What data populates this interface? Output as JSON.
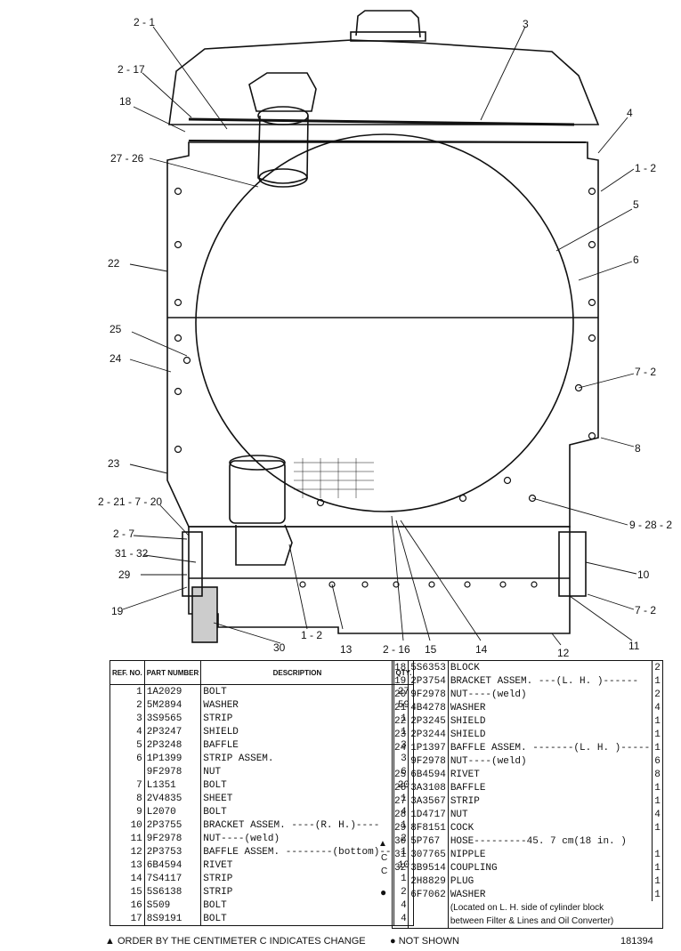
{
  "callouts": [
    {
      "label": "2 - 1"
    },
    {
      "label": "3"
    },
    {
      "label": "2 - 17"
    },
    {
      "label": "18"
    },
    {
      "label": "4"
    },
    {
      "label": "27 - 26"
    },
    {
      "label": "1 - 2"
    },
    {
      "label": "5"
    },
    {
      "label": "22"
    },
    {
      "label": "6"
    },
    {
      "label": "25"
    },
    {
      "label": "24"
    },
    {
      "label": "7 - 2"
    },
    {
      "label": "8"
    },
    {
      "label": "23"
    },
    {
      "label": "2 - 21  - 7 - 20"
    },
    {
      "label": "9 - 28 - 2"
    },
    {
      "label": "2 - 7"
    },
    {
      "label": "31 - 32"
    },
    {
      "label": "10"
    },
    {
      "label": "29"
    },
    {
      "label": "7 - 2"
    },
    {
      "label": "19"
    },
    {
      "label": "11"
    },
    {
      "label": "30"
    },
    {
      "label": "1 - 2"
    },
    {
      "label": "13"
    },
    {
      "label": "2 - 16"
    },
    {
      "label": "15"
    },
    {
      "label": "14"
    },
    {
      "label": "12"
    }
  ],
  "table": {
    "headers": {
      "ref": "REF. NO.",
      "part": "PART NUMBER",
      "desc": "DESCRIPTION",
      "qty": "QTY."
    },
    "left_rows": [
      {
        "ref": "1",
        "part": "1A2029",
        "desc": "BOLT",
        "qty": "27"
      },
      {
        "ref": "2",
        "part": "5M2894",
        "desc": "WASHER",
        "qty": "59"
      },
      {
        "ref": "3",
        "part": "3S9565",
        "desc": "STRIP",
        "qty": "1"
      },
      {
        "ref": "4",
        "part": "2P3247",
        "desc": "SHIELD",
        "qty": "1"
      },
      {
        "ref": "5",
        "part": "2P3248",
        "desc": "BAFFLE",
        "qty": "3"
      },
      {
        "ref": "6",
        "part": "1P1399",
        "desc": "STRIP ASSEM.",
        "qty": "3"
      },
      {
        "ref": "",
        "part": "9F2978",
        "desc": "NUT",
        "qty": "6"
      },
      {
        "ref": "7",
        "part": "L1351",
        "desc": "BOLT",
        "qty": "20"
      },
      {
        "ref": "8",
        "part": "2V4835",
        "desc": "SHEET",
        "qty": "1"
      },
      {
        "ref": "9",
        "part": "L2070",
        "desc": "BOLT",
        "qty": "4"
      },
      {
        "ref": "10",
        "part": "2P3755",
        "desc": "BRACKET ASSEM. ----(R. H.)----",
        "qty": "1"
      },
      {
        "ref": "11",
        "part": "9F2978",
        "desc": "NUT----(weld)",
        "qty": "2"
      },
      {
        "ref": "12",
        "part": "2P3753",
        "desc": "BAFFLE ASSEM. --------(bottom)--",
        "qty": "1"
      },
      {
        "ref": "13",
        "part": "6B4594",
        "desc": "RIVET",
        "qty": "10"
      },
      {
        "ref": "14",
        "part": "7S4117",
        "desc": "STRIP",
        "qty": "1"
      },
      {
        "ref": "15",
        "part": "5S6138",
        "desc": "STRIP",
        "qty": "2"
      },
      {
        "ref": "16",
        "part": "S509",
        "desc": "BOLT",
        "qty": "4"
      },
      {
        "ref": "17",
        "part": "8S9191",
        "desc": "BOLT",
        "qty": "4"
      }
    ],
    "right_rows": [
      {
        "ref": "18",
        "part": "5S6353",
        "desc": "BLOCK",
        "qty": "2"
      },
      {
        "ref": "19",
        "part": "2P3754",
        "desc": "BRACKET ASSEM. ---(L. H. )------",
        "qty": "1"
      },
      {
        "ref": "20",
        "part": "9F2978",
        "desc": "NUT----(weld)",
        "qty": "2"
      },
      {
        "ref": "21",
        "part": "4B4278",
        "desc": "WASHER",
        "qty": "4"
      },
      {
        "ref": "22",
        "part": "2P3245",
        "desc": "SHIELD",
        "qty": "1"
      },
      {
        "ref": "23",
        "part": "2P3244",
        "desc": "SHIELD",
        "qty": "1"
      },
      {
        "ref": "24",
        "part": "1P1397",
        "desc": "BAFFLE ASSEM. -------(L. H. )-----",
        "qty": "1"
      },
      {
        "ref": "",
        "part": "9F2978",
        "desc": "NUT----(weld)",
        "qty": "6"
      },
      {
        "ref": "25",
        "part": "6B4594",
        "desc": "RIVET",
        "qty": "8"
      },
      {
        "ref": "26",
        "part": "3A3108",
        "desc": "BAFFLE",
        "qty": "1"
      },
      {
        "ref": "27",
        "part": "3A3567",
        "desc": "STRIP",
        "qty": "1"
      },
      {
        "ref": "28",
        "part": "1D4717",
        "desc": "NUT",
        "qty": "4"
      },
      {
        "ref": "29",
        "part": "8F8151",
        "desc": "COCK",
        "qty": "1"
      },
      {
        "ref": "30",
        "part": "5P767",
        "desc": "HOSE---------45. 7 cm(18 in. )",
        "qty": ""
      },
      {
        "ref": "31",
        "part": "307765",
        "desc": "NIPPLE",
        "qty": "1"
      },
      {
        "ref": "32",
        "part": "3B9514",
        "desc": "COUPLING",
        "qty": "1"
      },
      {
        "ref": "",
        "part": "2H8829",
        "desc": "PLUG",
        "qty": "1"
      },
      {
        "ref": "",
        "part": "6F7062",
        "desc": "WASHER",
        "qty": "1"
      }
    ],
    "markers": {
      "r30": "▲",
      "r31": "C",
      "r32": "C",
      "r_plug": "●"
    },
    "note_line1": "(Located on L. H.  side of cylinder block",
    "note_line2": "between Filter & Lines and Oil Converter)"
  },
  "footer": {
    "left": "▲ ORDER BY THE CENTIMETER   C INDICATES CHANGE",
    "mid": "● NOT SHOWN",
    "right": "181394"
  }
}
